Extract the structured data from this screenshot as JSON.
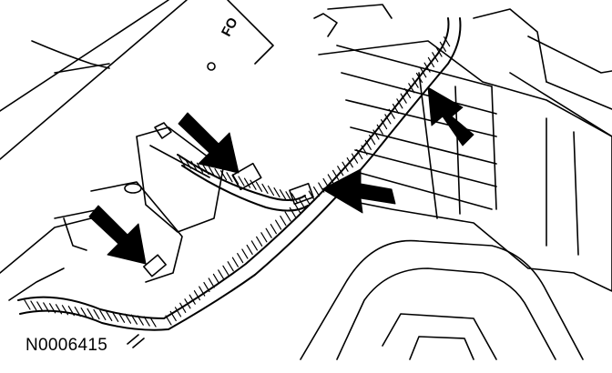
{
  "figure": {
    "id_label": "N0006415",
    "part_stamp": "FO",
    "line_color": "#000000",
    "background": "#ffffff",
    "arrow_count": 4
  },
  "icons": [
    "wiring-harness",
    "connector",
    "arrow"
  ]
}
